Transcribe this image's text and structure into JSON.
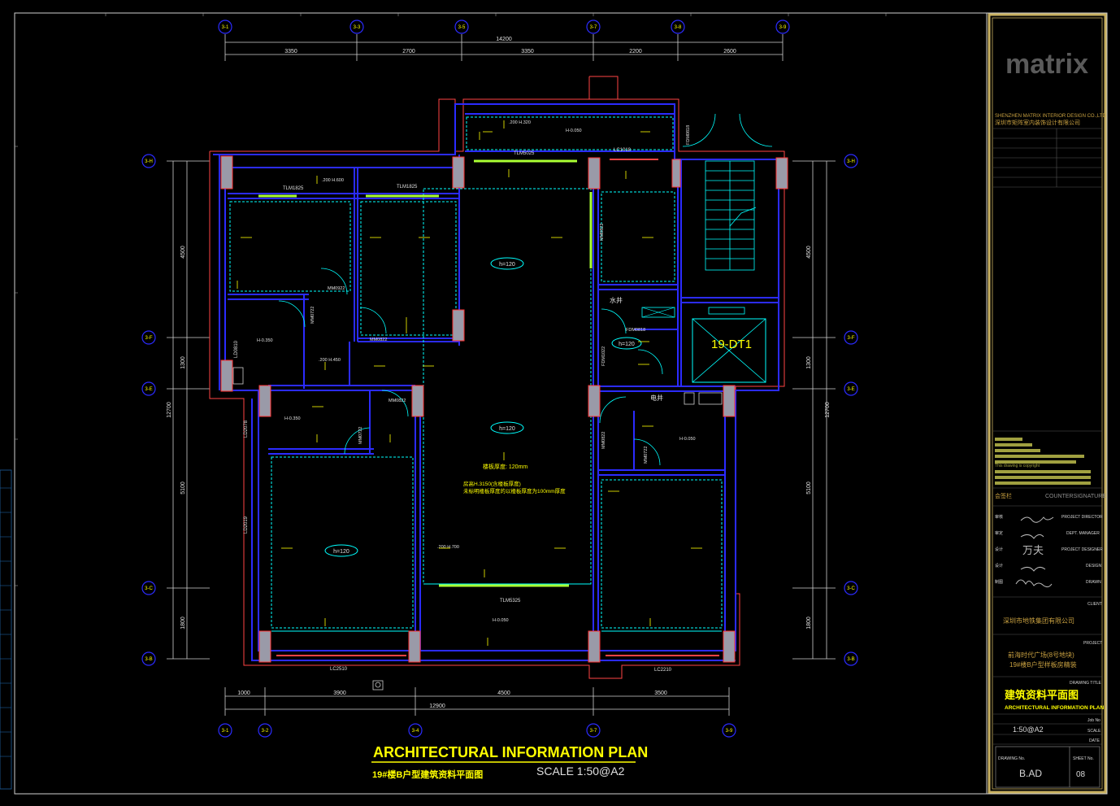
{
  "colors": {
    "background": "#000000",
    "wall": "#2b2bff",
    "accent": "#ffff00",
    "cyan": "#00ffff",
    "red": "#ff3333",
    "frame": "#c8b060"
  },
  "plan": {
    "title_en": "ARCHITECTURAL INFORMATION PLAN",
    "title_cn": "19#楼B户型建筑资料平面图",
    "scale": "SCALE  1:50@A2",
    "lift_label": "19-DT1",
    "room_height_labels": [
      "h=120",
      "h=120",
      "h=120",
      "h=120"
    ],
    "notes": [
      "楼板厚度: 120mm",
      "房高H.3150(含楼板厚度)",
      "未标明楼板厚度的以楼板厚度为100mm厚度"
    ],
    "top_total": "14200",
    "top_dims": [
      "3350",
      "2700",
      "3350",
      "2200",
      "2600"
    ],
    "bottom_total": "12900",
    "bottom_dims": [
      "1000",
      "3900",
      "4500",
      "3500"
    ],
    "left_total": "12700",
    "left_dims": [
      "4500",
      "1300",
      "5100",
      "1800"
    ],
    "right_total": "12700",
    "right_dims": [
      "4500",
      "1300",
      "5100",
      "1800"
    ],
    "window_labels": [
      "TLM1825",
      "TLM1825",
      "TLM5025",
      "TLM5325",
      "LC1018",
      "LC2510",
      "LC2210",
      "LD0810",
      "LD2078",
      "LD2019"
    ],
    "door_labels": [
      "MM0922",
      "MM0722",
      "MM0822",
      "MM0822",
      "MM0722",
      "MM0822",
      "MM0722",
      "MM0822",
      "FDM1022",
      "FDM0818",
      "FDM0818"
    ],
    "level_labels": [
      "H-0.050",
      "H-0.350",
      "H-0.350",
      "H-0.050",
      "H-0.050"
    ],
    "socket_labels": [
      ".200 H.600",
      ".200 H.320",
      ".200 H.450",
      ".200 H.700"
    ],
    "stair_labels": [
      "水井",
      "电井"
    ]
  },
  "sidebar": {
    "logo": "matrix",
    "company_en": "SHENZHEN MATRIX INTERIOR DESIGN CO.,LTD",
    "company_cn": "深圳市矩阵室内装饰设计有限公司",
    "disclaimer": "This drawing is copyright",
    "countersign_cn": "会签栏",
    "countersign_en": "COUNTERSIGNATURE",
    "roles": [
      "PROJECT DIRECTOR",
      "DEPT. MANAGER",
      "PROJECT DESIGNER",
      "DESIGN",
      "DRAWN"
    ],
    "roles_cn": [
      "审核",
      "审定",
      "设计",
      "设计",
      "制图"
    ],
    "designer_name": "万夫",
    "client_label": "CLIENT",
    "client": "深圳市地铁集团有限公司",
    "project_label": "PROJECT",
    "project_lines": [
      "前海时代广场(8号地块)",
      "19#楼B户型样板房精装"
    ],
    "drawing_title_label": "DRAWING TITLE",
    "drawing_title_cn": "建筑资料平面图",
    "drawing_title_en": "ARCHITECTURAL INFORMATION PLAN",
    "job_no_label": "Job No",
    "scale_label": "SCALE",
    "scale_value": "1:50@A2",
    "date_label": "DATE",
    "drawing_no_label": "DRAWING No.",
    "drawing_no": "B.AD",
    "sheet_no_label": "SHEET No.",
    "sheet_no": "08"
  }
}
